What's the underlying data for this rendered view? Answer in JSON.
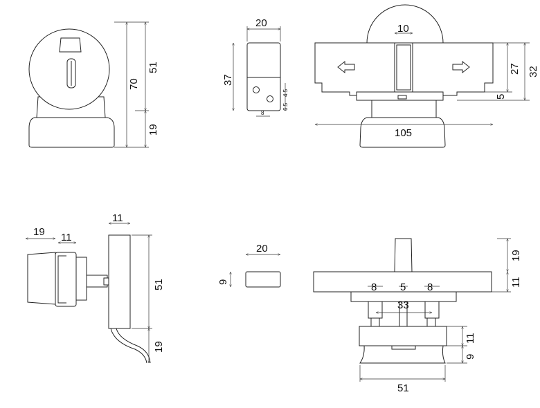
{
  "title": "Lock indicator technical drawing",
  "front_view": {
    "overall": "70",
    "upper": "51",
    "lower": "19"
  },
  "side_view": {
    "width": "20",
    "height": "37",
    "hole_spacing": "8",
    "small_a": "6.5",
    "small_b": "4.5"
  },
  "top_view": {
    "slot": "10",
    "length": "105",
    "inner_height": "27",
    "outer_height": "32",
    "step": "5"
  },
  "profile_view": {
    "knob_depth": "19",
    "bracket": "11",
    "plate_thickness": "11",
    "plate_height": "51",
    "lever": "19"
  },
  "plate_section": {
    "width": "20",
    "thickness": "9"
  },
  "bottom_view": {
    "stem": "19",
    "plate": "11",
    "left_pin": "8",
    "center": "5",
    "right_pin": "8",
    "pin_spacing": "33",
    "block": "11",
    "foot": "9",
    "base_width": "51"
  },
  "colors": {
    "line": "#222222",
    "background": "#ffffff"
  }
}
